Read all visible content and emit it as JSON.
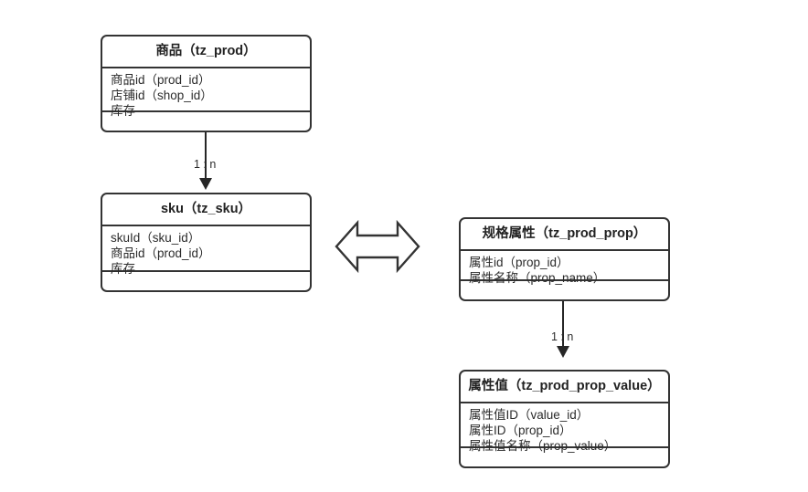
{
  "diagram": {
    "title": "",
    "entities": [
      {
        "id": "tz_prod",
        "title": "商品（tz_prod）",
        "attributes": [
          "商品id（prod_id）",
          "店铺id（shop_id）",
          "库存"
        ],
        "methods": []
      },
      {
        "id": "tz_sku",
        "title": "sku（tz_sku）",
        "attributes": [
          "skuId（sku_id）",
          "商品id（prod_id）",
          "库存"
        ],
        "methods": []
      },
      {
        "id": "tz_prod_prop",
        "title": "规格属性（tz_prod_prop）",
        "attributes": [
          "属性id（prop_id）",
          "属性名称（prop_name）"
        ],
        "methods": []
      },
      {
        "id": "tz_prod_prop_value",
        "title": "属性值（tz_prod_prop_value）",
        "attributes": [
          "属性值ID（value_id）",
          "属性ID（prop_id）",
          "属性值名称（prop_value）"
        ],
        "methods": []
      }
    ],
    "relations": [
      {
        "id": "prod-to-sku",
        "from": "tz_prod",
        "to": "tz_sku",
        "label": "1 : n",
        "direction": "down"
      },
      {
        "id": "prop-to-prop-value",
        "from": "tz_prod_prop",
        "to": "tz_prod_prop_value",
        "label": "1 : n",
        "direction": "down"
      },
      {
        "id": "sku-to-prop",
        "from": "tz_sku",
        "to": "tz_prod_prop",
        "label": "",
        "direction": "bidirectional"
      }
    ],
    "colors": {
      "border": "#333333",
      "text": "#2b2b2b",
      "connector": "#262626",
      "background": "#ffffff"
    }
  }
}
